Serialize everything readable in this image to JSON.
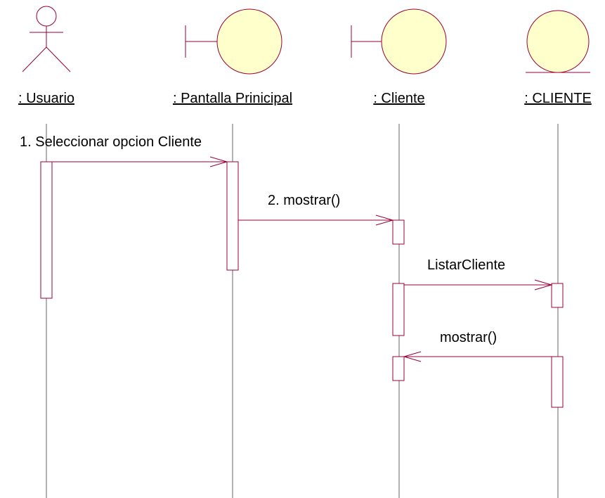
{
  "colors": {
    "background": "#ffffff",
    "figure_stroke": "#990033",
    "figure_fill": "#ffffcc",
    "lifeline": "#666666",
    "text": "#000000"
  },
  "participants": [
    {
      "id": "usuario",
      "label": ": Usuario",
      "kind": "actor",
      "icon": "actor-stick-figure-icon"
    },
    {
      "id": "pantalla",
      "label": ": Pantalla Prinicipal",
      "kind": "boundary",
      "icon": "boundary-icon"
    },
    {
      "id": "cliente",
      "label": ": Cliente",
      "kind": "boundary",
      "icon": "boundary-icon"
    },
    {
      "id": "cliente_entity",
      "label": ": CLIENTE",
      "kind": "entity",
      "icon": "entity-icon"
    }
  ],
  "messages": [
    {
      "label": "1. Seleccionar opcion Cliente",
      "from": "usuario",
      "to": "pantalla"
    },
    {
      "label": "2. mostrar()",
      "from": "pantalla",
      "to": "cliente"
    },
    {
      "label": "ListarCliente",
      "from": "cliente",
      "to": "cliente_entity"
    },
    {
      "label": "mostrar()",
      "from": "cliente_entity",
      "to": "cliente"
    }
  ]
}
